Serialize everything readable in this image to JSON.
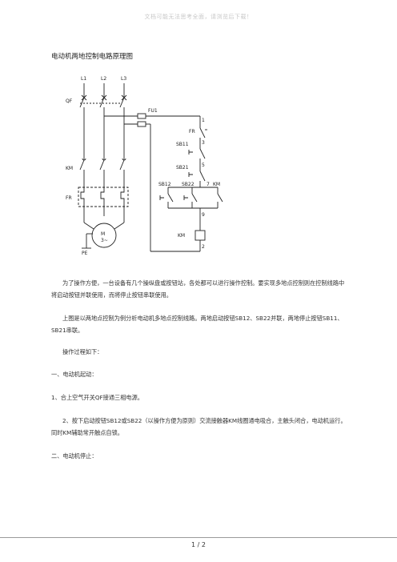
{
  "header": {
    "watermark": "文档可能无法思考全面，请浏览后下载！"
  },
  "document": {
    "title": "电动机两地控制电路原理图",
    "paragraphs": [
      "为了操作方便，一台设备有几个操纵盘或按钮站，各处都可以进行操作控制。要实现多地点控制则在控制线路中将启动按钮并联使用，而将停止按钮串联使用。",
      "上图是以两地点控制为例分析电动机多地点控制线路。两地启动按钮SB12、SB22并联，两地停止按钮SB11、SB21串联。",
      "操作过程如下：",
      "一、电动机起动：",
      "1、合上空气开关QF接通三相电源。",
      "2、按下启动按钮SB12或SB22（以操作方便为原则）交流接触器KM线圈通电吸合，主触头闭合，电动机运行。同时KM辅助常开触点自锁。",
      "二、电动机停止："
    ]
  },
  "diagram": {
    "labels": {
      "l1": "L1",
      "l2": "L2",
      "l3": "L3",
      "qf": "QF",
      "fu1": "FU1",
      "km_main": "KM",
      "fr_main": "FR",
      "motor_m": "M",
      "motor_3": "3~",
      "pe": "PE",
      "node1": "1",
      "fr_ctrl": "FR",
      "node3": "3",
      "sb11": "SB11",
      "node5": "5",
      "sb21": "SB21",
      "node7": "7",
      "sb12": "SB12",
      "sb22": "SB22",
      "km_aux": "KM",
      "node9": "9",
      "km_coil": "KM",
      "node2": "2"
    }
  },
  "footer": {
    "page": "1  /  2"
  }
}
